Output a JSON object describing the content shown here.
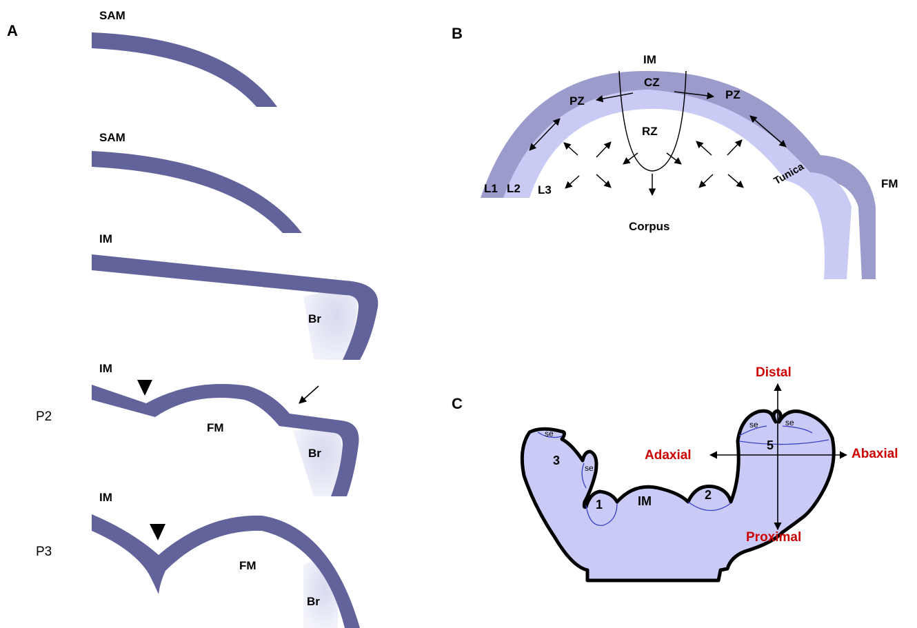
{
  "panel_a": {
    "letter": "A",
    "row1": {
      "label": "SAM"
    },
    "row2": {
      "label": "SAM"
    },
    "row3": {
      "label": "IM",
      "region": "Br"
    },
    "row4": {
      "label": "IM",
      "stage": "P2",
      "center": "FM",
      "region": "Br"
    },
    "row5": {
      "label": "IM",
      "stage": "P3",
      "center": "FM",
      "region": "Br"
    }
  },
  "panel_b": {
    "letter": "B",
    "im": "IM",
    "cz": "CZ",
    "pz_left": "PZ",
    "pz_right": "PZ",
    "rz": "RZ",
    "l1": "L1",
    "l2": "L2",
    "l3": "L3",
    "tunica": "Tunica",
    "fm": "FM",
    "corpus": "Corpus"
  },
  "panel_c": {
    "letter": "C",
    "distal": "Distal",
    "proximal": "Proximal",
    "adaxial": "Adaxial",
    "abaxial": "Abaxial",
    "n1": "1",
    "n2": "2",
    "n3": "3",
    "n5": "5",
    "im": "IM",
    "se": "se"
  },
  "colors": {
    "meristem_dark": "#62639a",
    "tunica_l1": "#9b9ccc",
    "tunica_l2": "#cacbf4",
    "organ_fill": "#c9cbf6",
    "bract_fill": "#dfe1f3",
    "axis_red": "#cc0000"
  }
}
